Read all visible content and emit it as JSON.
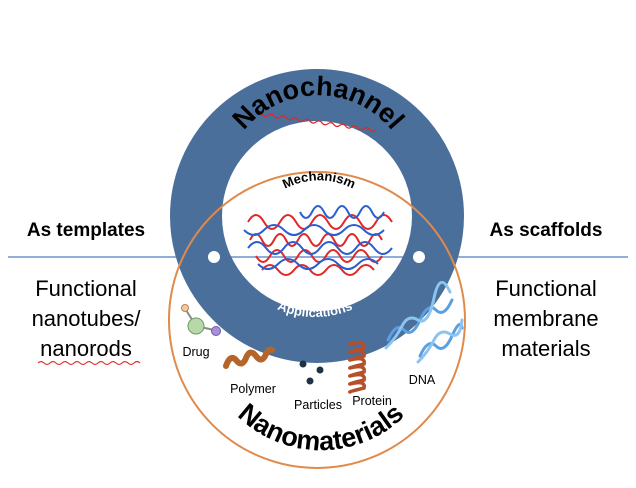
{
  "center": {
    "top_ring_label": "Nanochannel",
    "mechanism_label": "Mechanism",
    "applications_label": "Applications",
    "bottom_ring_label": "Nanomaterials"
  },
  "left": {
    "heading": "As templates",
    "lines": [
      "Functional",
      "nanotubes/",
      "nanorods"
    ]
  },
  "right": {
    "heading": "As scaffolds",
    "lines": [
      "Functional",
      "membrane",
      "materials"
    ]
  },
  "materials": {
    "drug": "Drug",
    "polymer": "Polymer",
    "particles": "Particles",
    "protein": "Protein",
    "dna": "DNA"
  },
  "colors": {
    "ring_blue": "#4a6f9b",
    "circle_orange": "#e08a4c",
    "guide_line": "#6f93c9",
    "polymer_red": "#e02828",
    "polymer_blue": "#2a5fd0",
    "spell_underline": "#e02828"
  }
}
